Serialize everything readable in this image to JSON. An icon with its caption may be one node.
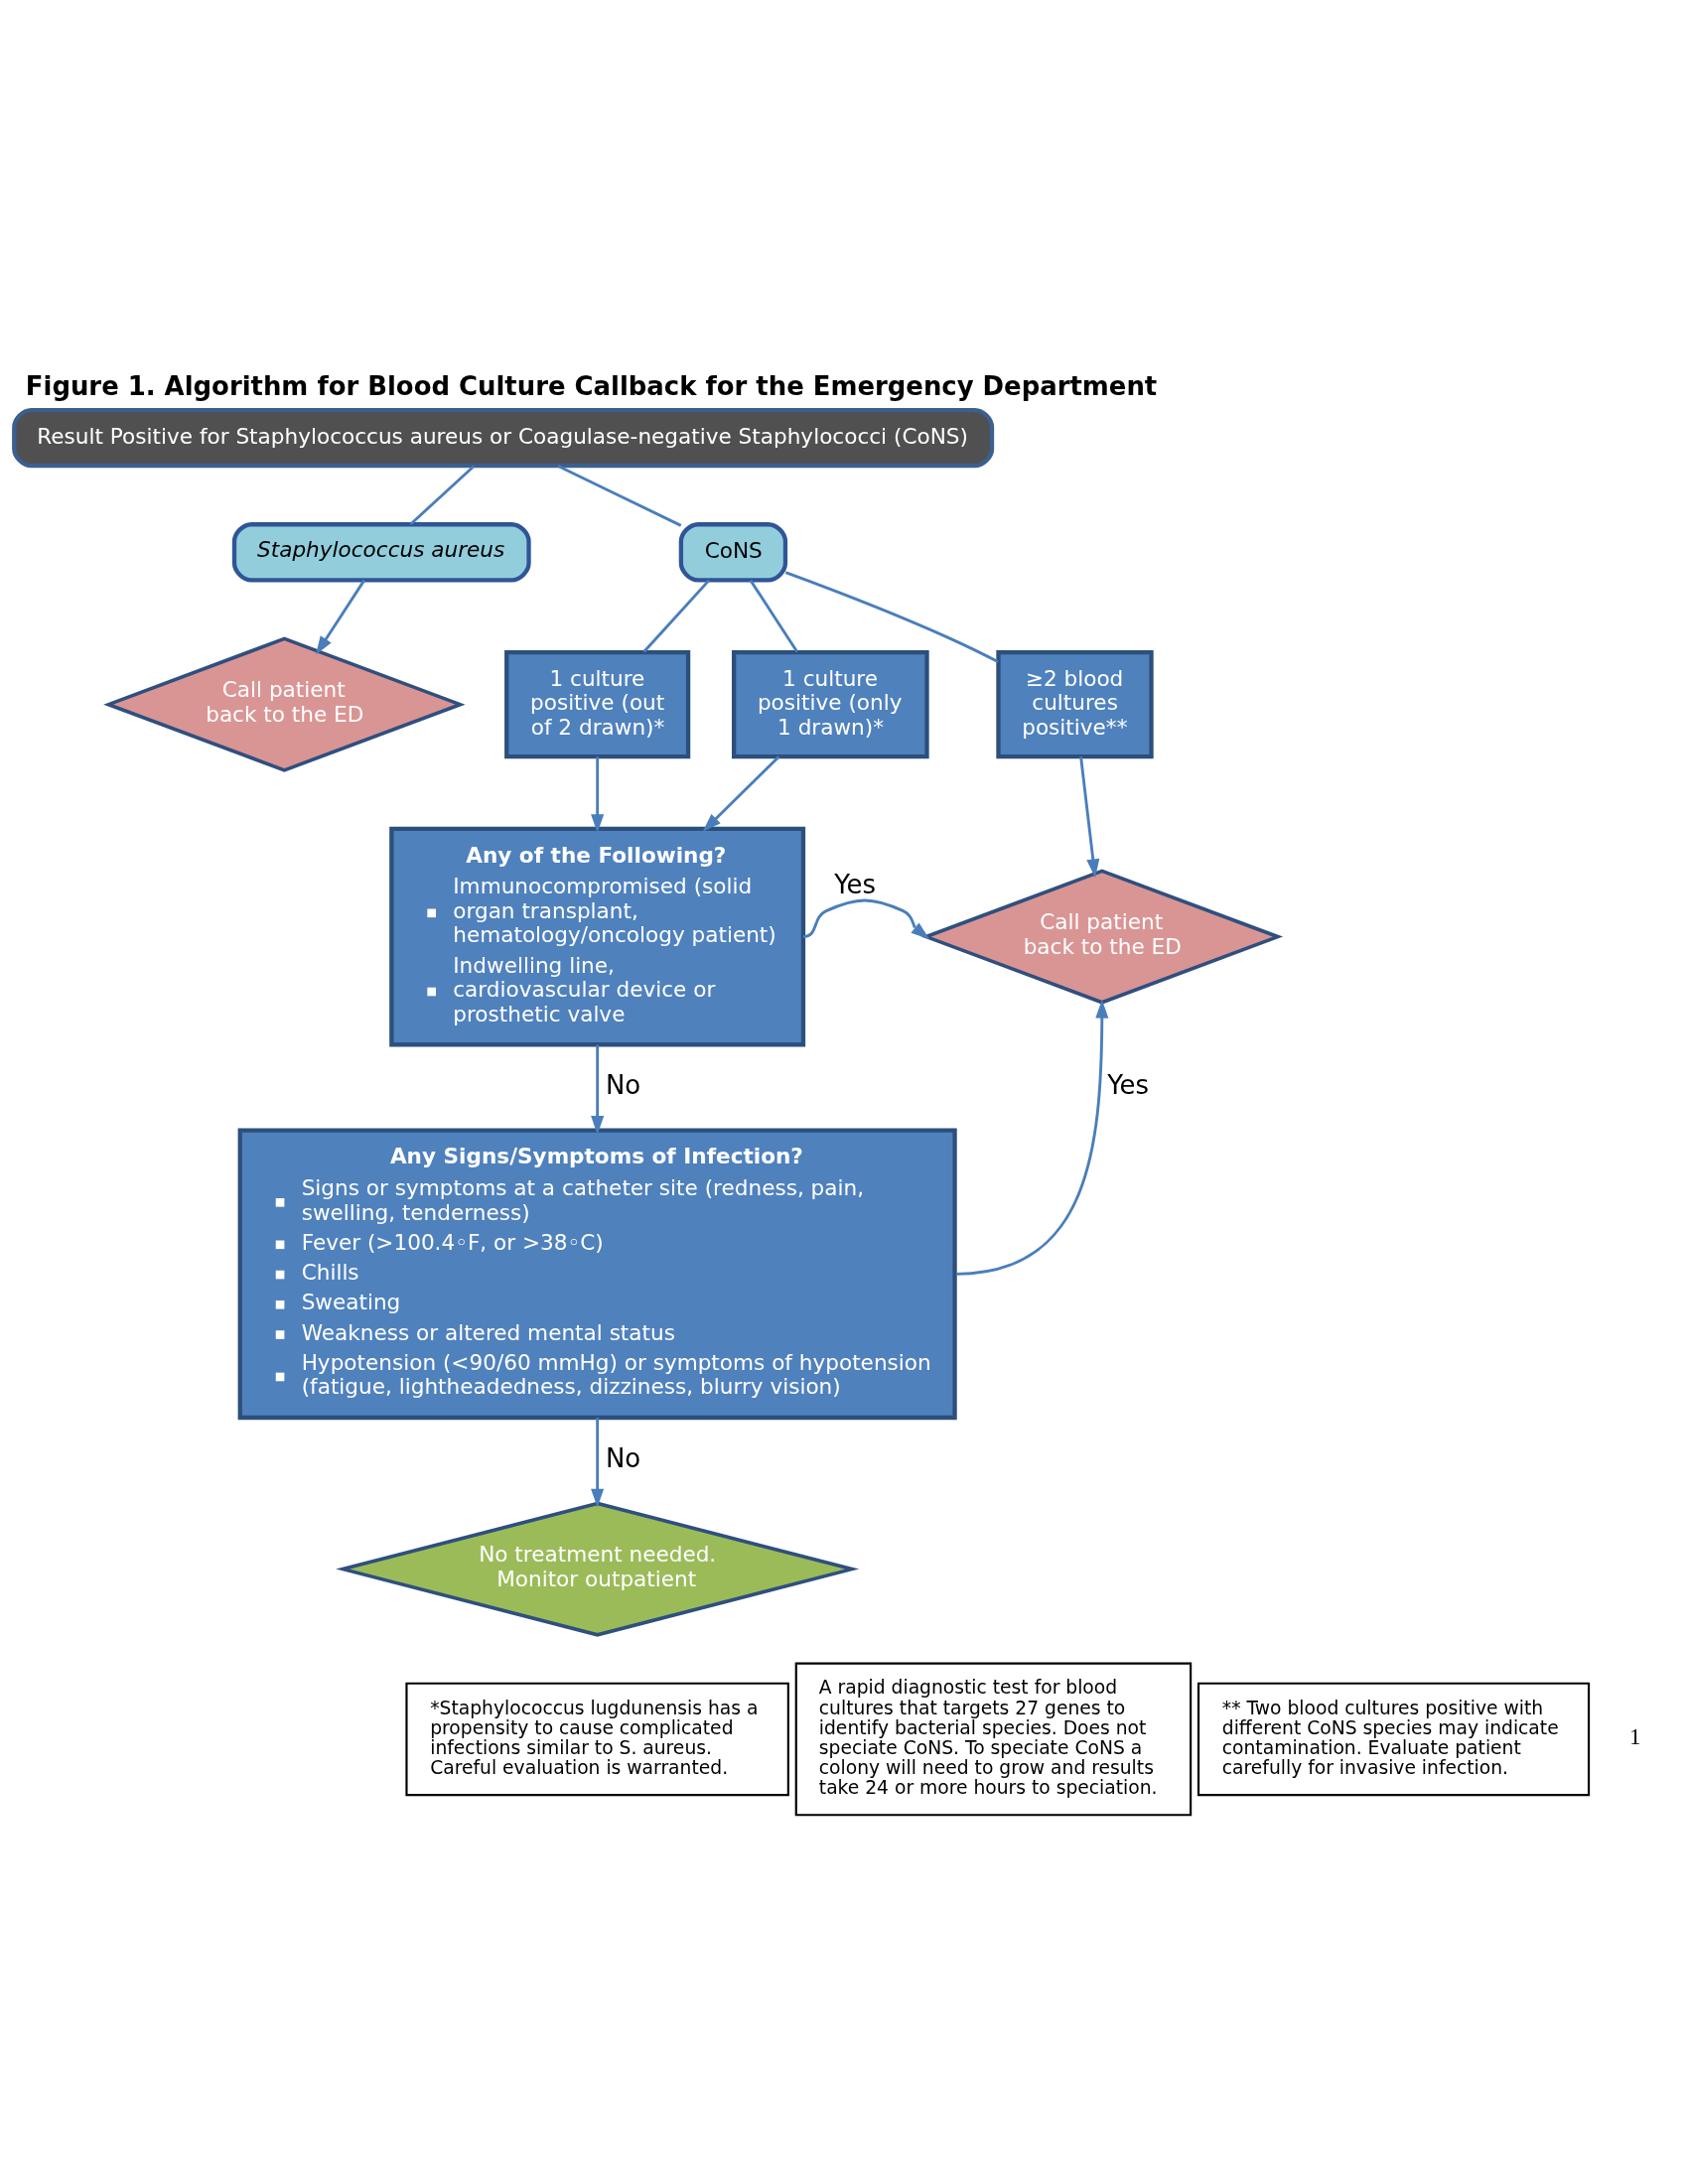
{
  "diagram": {
    "title": "Figure 1. Algorithm for Blood Culture Callback for the Emergency Department",
    "nodes": [
      {
        "text": [
          "Result Positive for Staphylococcus aureus or Coagulase-negative Staphylococci (CoNS)"
        ]
      },
      {
        "text": [
          "Staphylococcus aureus"
        ]
      },
      {
        "text": [
          "CoNS"
        ]
      },
      {
        "text": [
          "Call patient back to the ED"
        ]
      },
      {
        "text": [
          "1 culture positive (out of 2 drawn)*"
        ]
      },
      {
        "text": [
          "1 culture positive (only 1 drawn)*"
        ]
      },
      {
        "text": [
          "≥2 blood cultures positive**"
        ]
      },
      {
        "text": [
          "Any of the Following?",
          "Immunocompromised (solid organ transplant, hematology/oncology patient)",
          "Indwelling line, cardiovascular device or prosthetic valve"
        ]
      },
      {
        "text": [
          "Call patient back to the ED"
        ]
      },
      {
        "text": [
          "Any Signs/Symptoms of Infection?",
          "Signs or symptoms at a catheter site (redness, pain, swelling, tenderness)",
          "Fever (>100.4◦F, or >38◦C)",
          "Chills",
          "Sweating",
          "Weakness or altered mental status",
          "Hypotension (<90/60 mmHg) or symptoms of hypotension (fatigue, lightheadedness, dizziness, blurry vision)"
        ]
      },
      {
        "text": [
          "No treatment needed. Monitor outpatient"
        ]
      },
      {
        "text": [
          "*Staphylococcus lugdunensis has a propensity to cause complicated infections similar to S. aureus. Careful evaluation is warranted."
        ]
      },
      {
        "text": [
          "A rapid diagnostic test for blood cultures that targets 27 genes to identify bacterial species. Does not speciate CoNS. To speciate CoNS a colony will need to grow and results take 24 or more hours to speciation."
        ]
      },
      {
        "text": [
          "** Two blood cultures positive with different CoNS species may indicate contamination. Evaluate patient carefully for invasive infection."
        ]
      }
    ],
    "edges": [
      {
        "from": 0,
        "to": 1,
        "arrow": "none"
      },
      {
        "from": 0,
        "to": 2,
        "arrow": "none"
      },
      {
        "from": 1,
        "to": 3,
        "arrow": "to"
      },
      {
        "from": 2,
        "to": 4,
        "arrow": "none"
      },
      {
        "from": 2,
        "to": 5,
        "arrow": "none"
      },
      {
        "from": 2,
        "to": 6,
        "arrow": "none"
      },
      {
        "from": 4,
        "to": 7,
        "arrow": "to"
      },
      {
        "from": 5,
        "to": 7,
        "arrow": "to"
      },
      {
        "from": 6,
        "to": 8,
        "arrow": "to"
      },
      {
        "from": 7,
        "to": 8,
        "arrow": "to",
        "label": "Yes"
      },
      {
        "from": 7,
        "to": 9,
        "arrow": "to",
        "label": "No"
      },
      {
        "from": 9,
        "to": 8,
        "arrow": "to",
        "label": "Yes"
      },
      {
        "from": 9,
        "to": 10,
        "arrow": "to",
        "label": "No"
      }
    ],
    "labels": [
      "1"
    ]
  }
}
